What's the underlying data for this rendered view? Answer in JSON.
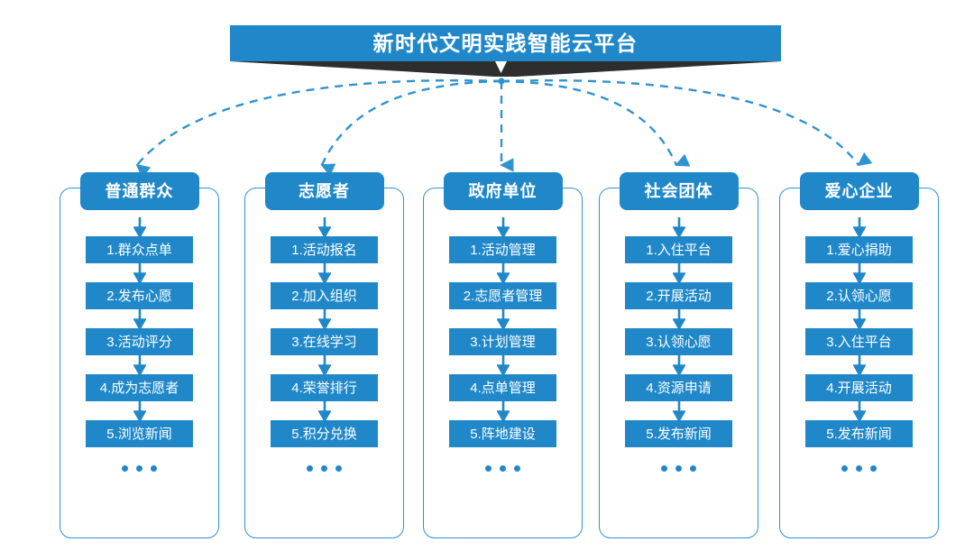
{
  "title": {
    "text": "新时代文明实践智能云平台"
  },
  "theme": {
    "primary_blue": "#2088c9",
    "outline_blue": "#2f93d0",
    "dashed_blue": "#2f93d0",
    "ribbon_dark": "#2e2e2e",
    "text_white": "#ffffff",
    "background": "#ffffff"
  },
  "ellipsis": "• • •",
  "columns": [
    {
      "header": "普通群众",
      "items": [
        "1.群众点单",
        "2.发布心愿",
        "3.活动评分",
        "4.成为志愿者",
        "5.浏览新闻"
      ]
    },
    {
      "header": "志愿者",
      "items": [
        "1.活动报名",
        "2.加入组织",
        "3.在线学习",
        "4.荣誉排行",
        "5.积分兑换"
      ]
    },
    {
      "header": "政府单位",
      "items": [
        "1.活动管理",
        "2.志愿者管理",
        "3.计划管理",
        "4.点单管理",
        "5.阵地建设"
      ]
    },
    {
      "header": "社会团体",
      "items": [
        "1.入住平台",
        "2.开展活动",
        "3.认领心愿",
        "4.资源申请",
        "5.发布新闻"
      ]
    },
    {
      "header": "爱心企业",
      "items": [
        "1.爱心捐助",
        "2.认领心愿",
        "3.入住平台",
        "4.开展活动",
        "5.发布新闻"
      ]
    }
  ]
}
